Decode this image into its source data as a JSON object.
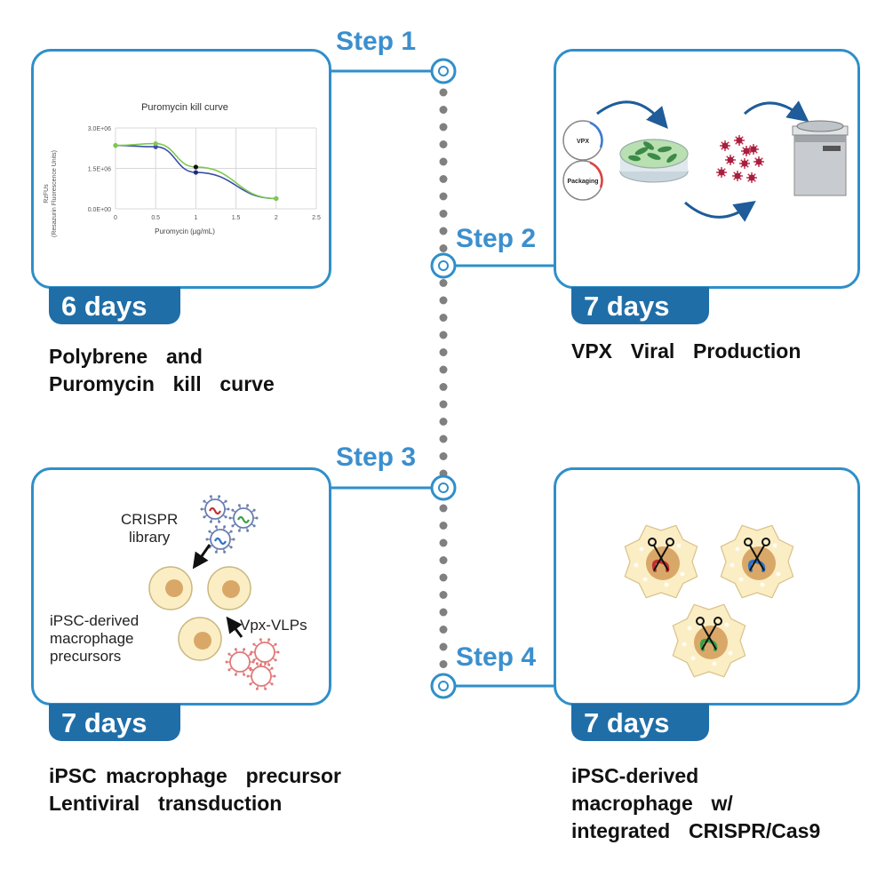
{
  "steps": [
    {
      "label": "Step 1",
      "days": "6 days",
      "caption_line1": "Polybrene  and",
      "caption_line2": "Puromycin  kill  curve"
    },
    {
      "label": "Step 2",
      "days": "7 days",
      "caption_line1": "VPX  Viral  Production"
    },
    {
      "label": "Step 3",
      "days": "7 days",
      "caption_line1": "iPSC macrophage  precursor",
      "caption_line2": "Lentiviral  transduction"
    },
    {
      "label": "Step 4",
      "days": "7 days",
      "caption_line1": "iPSC-derived",
      "caption_line2": "macrophage  w/",
      "caption_line3": "integrated  CRISPR/Cas9"
    }
  ],
  "chart_data": {
    "type": "line",
    "title": "Puromycin kill curve",
    "xlabel": "Puromycin (µg/mL)",
    "ylabel": "RzFUs (Resazurin Fluorescence Units)",
    "x_ticks": [
      "0",
      "0.5",
      "1",
      "1.5",
      "2",
      "2.5"
    ],
    "y_ticks": [
      "3.0E+06",
      "1.5E+06",
      "0.0E+00"
    ],
    "xlim": [
      0,
      2.5
    ],
    "ylim": [
      0,
      3000000
    ],
    "grid": true,
    "series": [
      {
        "color": "#3a4fa8",
        "x": [
          0,
          0.5,
          1,
          2
        ],
        "values": [
          2350000,
          2300000,
          1350000,
          380000
        ]
      },
      {
        "color": "#7ec850",
        "x": [
          0,
          0.5,
          1,
          2
        ],
        "values": [
          2350000,
          2420000,
          1550000,
          380000
        ]
      }
    ]
  },
  "step2": {
    "vpx_label": "VPX",
    "packaging_label": "Packaging"
  },
  "step3": {
    "crispr_label_1": "CRISPR",
    "crispr_label_2": "library",
    "cells_label_1": "iPSC-derived",
    "cells_label_2": "macrophage",
    "cells_label_3": "precursors",
    "vlp_label": "Vpx-VLPs"
  },
  "colors": {
    "accent": "#2f8fc9",
    "days_bar": "#1f6ea8",
    "step_text": "#3b8fcd",
    "timeline_dots": "#808080"
  }
}
